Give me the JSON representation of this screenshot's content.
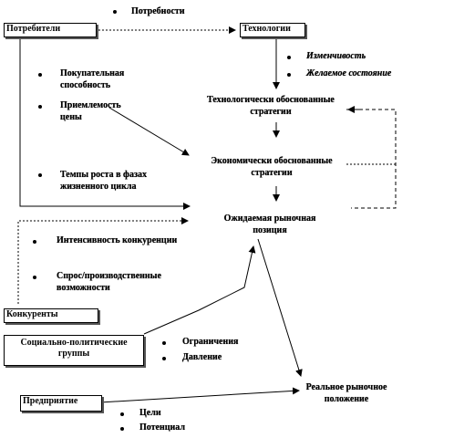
{
  "consumers": {
    "label": "Потребители",
    "needs": "Потребности",
    "factors": [
      "Покупательная способность",
      "Приемлемость цены",
      "Темпы роста в фазах жизненного цикла"
    ]
  },
  "technology": {
    "label": "Технологии",
    "factors": [
      "Изменчивость",
      "Желаемое состояние"
    ]
  },
  "strategies": {
    "technological": "Технологически обоснованные стратегии",
    "economic": "Экономически обоснованные стратегии"
  },
  "expected_position": "Ожидаемая рыночная позиция",
  "competitors": {
    "label": "Конкуренты",
    "factors": [
      "Интенсивность конкуренции",
      "Спрос/производственные возможности"
    ]
  },
  "sociopolitical": {
    "label": "Социально-политические группы",
    "factors": [
      "Ограничения",
      "Давление"
    ]
  },
  "enterprise": {
    "label": "Предприятие",
    "factors": [
      "Цели",
      "Потенциал"
    ]
  },
  "real_position": "Реальное рыночное положение"
}
